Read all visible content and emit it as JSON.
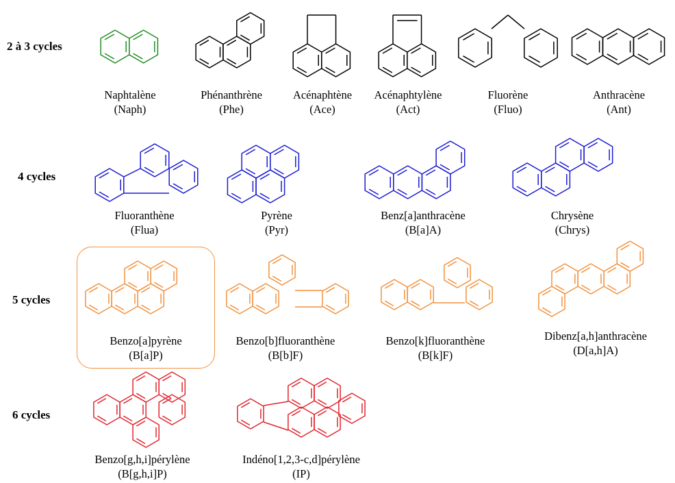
{
  "colors": {
    "green": "#1f8c1f",
    "black": "#000000",
    "blue": "#1a1ad1",
    "orange": "#f2913d",
    "red": "#e0262e",
    "highlight": "#f2913d"
  },
  "rows": [
    {
      "label": "2 à 3 cycles",
      "molecules": [
        {
          "name": "Naphtalène",
          "abbr": "(Naph)",
          "color": "green"
        },
        {
          "name": "Phénanthrène",
          "abbr": "(Phe)",
          "color": "black"
        },
        {
          "name": "Acénaphtène",
          "abbr": "(Ace)",
          "color": "black"
        },
        {
          "name": "Acénaphtylène",
          "abbr": "(Act)",
          "color": "black"
        },
        {
          "name": "Fluorène",
          "abbr": "(Fluo)",
          "color": "black"
        },
        {
          "name": "Anthracène",
          "abbr": "(Ant)",
          "color": "black"
        }
      ]
    },
    {
      "label": "4 cycles",
      "molecules": [
        {
          "name": "Fluoranthène",
          "abbr": "(Flua)",
          "color": "blue"
        },
        {
          "name": "Pyrène",
          "abbr": "(Pyr)",
          "color": "blue"
        },
        {
          "name": "Benz[a]anthracène",
          "abbr": "(B[a]A)",
          "color": "blue"
        },
        {
          "name": "Chrysène",
          "abbr": "(Chrys)",
          "color": "blue"
        }
      ]
    },
    {
      "label": "5 cycles",
      "molecules": [
        {
          "name": "Benzo[a]pyrène",
          "abbr": "(B[a]P)",
          "color": "orange",
          "highlighted": true
        },
        {
          "name": "Benzo[b]fluoranthène",
          "abbr": "(B[b]F)",
          "color": "orange"
        },
        {
          "name": "Benzo[k]fluoranthène",
          "abbr": "(B[k]F)",
          "color": "orange"
        },
        {
          "name": "Dibenz[a,h]anthracène",
          "abbr": "(D[a,h]A)",
          "color": "orange"
        }
      ]
    },
    {
      "label": "6 cycles",
      "molecules": [
        {
          "name": "Benzo[g,h,i]pérylène",
          "abbr": "(B[g,h,i]P)",
          "color": "red"
        },
        {
          "name": "Indéno[1,2,3-c,d]pérylène",
          "abbr": "(IP)",
          "color": "red"
        }
      ]
    }
  ]
}
